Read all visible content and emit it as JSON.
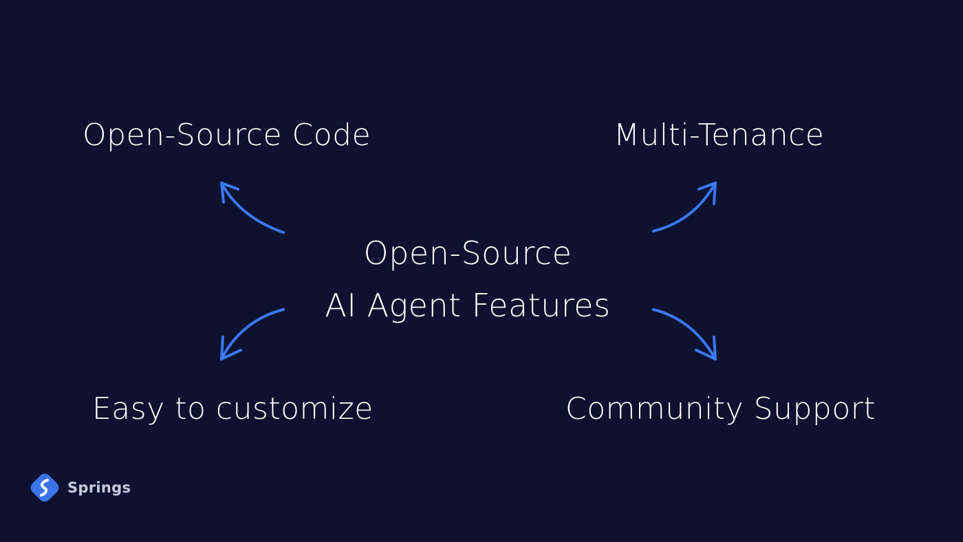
{
  "center": {
    "line1": "Open-Source",
    "line2": "AI Agent Features"
  },
  "features": {
    "top_left": "Open-Source Code",
    "top_right": "Multi-Tenance",
    "bottom_left": "Easy to customize",
    "bottom_right": "Community Support"
  },
  "brand": {
    "name": "Springs",
    "icon": "springs-logo-icon"
  },
  "colors": {
    "background": "#0e1230",
    "arrow": "#3a78f0",
    "text": "#ffffff"
  }
}
